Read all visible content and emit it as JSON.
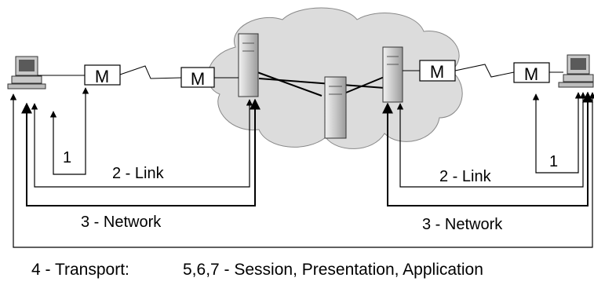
{
  "modems": [
    "M",
    "M",
    "M",
    "M"
  ],
  "labels": {
    "left_hop": "1",
    "left_link": "2 - Link",
    "left_network": "3 - Network",
    "right_hop": "1",
    "right_link": "2 - Link",
    "right_network": "3 - Network",
    "transport": "4 - Transport:",
    "upper_layers": "5,6,7  - Session, Presentation, Application"
  },
  "colors": {
    "cloud_fill": "#dcdcdc",
    "line": "#000000",
    "server": "#d8d8d8"
  }
}
